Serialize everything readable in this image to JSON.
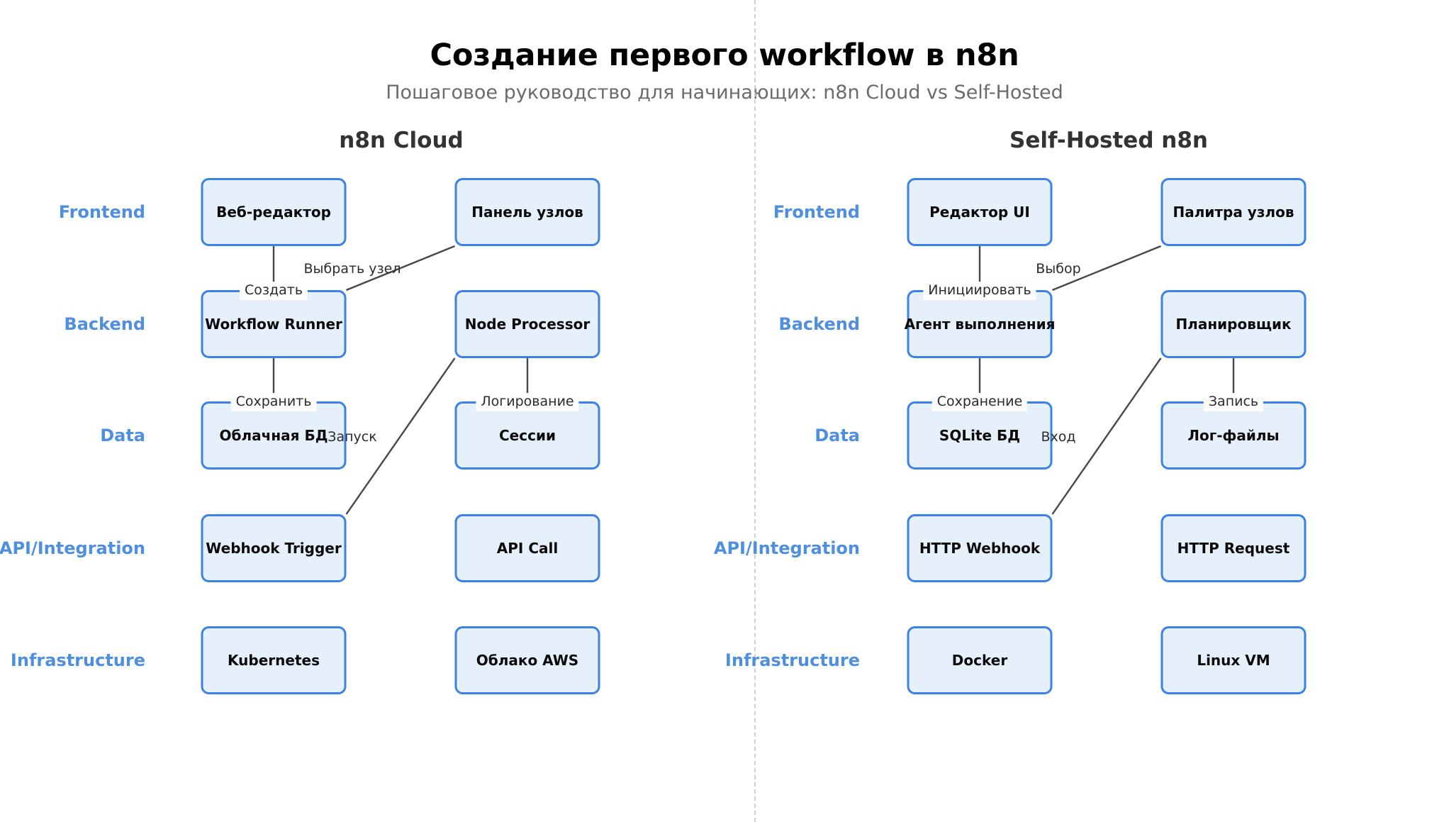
{
  "header": {
    "title": "Создание первого workflow в n8n",
    "subtitle": "Пошаговое руководство для начинающих: n8n Cloud vs Self-Hosted"
  },
  "colors": {
    "node_fill": "#e6f0fb",
    "node_border": "#3b82e8",
    "layer_label": "#4f8fe0",
    "edge": "#474747",
    "panel_header": "#333333",
    "subtitle": "#6b6b6b",
    "divider": "#d0d0d0"
  },
  "layers": [
    {
      "name": "Frontend",
      "label": "Frontend"
    },
    {
      "name": "Backend",
      "label": "Backend"
    },
    {
      "name": "Data",
      "label": "Data"
    },
    {
      "name": "API/Integration",
      "label": "API/Integration"
    },
    {
      "name": "Infrastructure",
      "label": "Infrastructure"
    }
  ],
  "panels": [
    {
      "id": "cloud",
      "title": "n8n Cloud",
      "nodes": [
        {
          "id": "web-editor",
          "label": "Веб-редактор",
          "layer": "Frontend",
          "column": 0
        },
        {
          "id": "node-panel",
          "label": "Панель узлов",
          "layer": "Frontend",
          "column": 1
        },
        {
          "id": "workflow-runner",
          "label": "Workflow Runner",
          "layer": "Backend",
          "column": 0
        },
        {
          "id": "node-processor",
          "label": "Node Processor",
          "layer": "Backend",
          "column": 1
        },
        {
          "id": "cloud-db",
          "label": "Облачная БД",
          "layer": "Data",
          "column": 0
        },
        {
          "id": "sessions",
          "label": "Сессии",
          "layer": "Data",
          "column": 1
        },
        {
          "id": "webhook-trigger",
          "label": "Webhook Trigger",
          "layer": "API/Integration",
          "column": 0
        },
        {
          "id": "api-call",
          "label": "API Call",
          "layer": "API/Integration",
          "column": 1
        },
        {
          "id": "kubernetes",
          "label": "Kubernetes",
          "layer": "Infrastructure",
          "column": 0
        },
        {
          "id": "aws-cloud",
          "label": "Облако AWS",
          "layer": "Infrastructure",
          "column": 1
        }
      ],
      "edges": [
        {
          "from": "web-editor",
          "to": "workflow-runner",
          "label": "Создать"
        },
        {
          "from": "node-panel",
          "to": "workflow-runner",
          "label": "Выбрать узел"
        },
        {
          "from": "workflow-runner",
          "to": "cloud-db",
          "label": "Сохранить"
        },
        {
          "from": "node-processor",
          "to": "sessions",
          "label": "Логирование"
        },
        {
          "from": "node-processor",
          "to": "webhook-trigger",
          "label": "Запуск"
        }
      ]
    },
    {
      "id": "selfhosted",
      "title": "Self-Hosted n8n",
      "nodes": [
        {
          "id": "editor-ui",
          "label": "Редактор UI",
          "layer": "Frontend",
          "column": 0
        },
        {
          "id": "node-palette",
          "label": "Палитра узлов",
          "layer": "Frontend",
          "column": 1
        },
        {
          "id": "exec-agent",
          "label": "Агент выполнения",
          "layer": "Backend",
          "column": 0
        },
        {
          "id": "scheduler",
          "label": "Планировщик",
          "layer": "Backend",
          "column": 1
        },
        {
          "id": "sqlite-db",
          "label": "SQLite БД",
          "layer": "Data",
          "column": 0
        },
        {
          "id": "log-files",
          "label": "Лог-файлы",
          "layer": "Data",
          "column": 1
        },
        {
          "id": "http-webhook",
          "label": "HTTP Webhook",
          "layer": "API/Integration",
          "column": 0
        },
        {
          "id": "http-request",
          "label": "HTTP Request",
          "layer": "API/Integration",
          "column": 1
        },
        {
          "id": "docker",
          "label": "Docker",
          "layer": "Infrastructure",
          "column": 0
        },
        {
          "id": "linux-vm",
          "label": "Linux VM",
          "layer": "Infrastructure",
          "column": 1
        }
      ],
      "edges": [
        {
          "from": "editor-ui",
          "to": "exec-agent",
          "label": "Инициировать"
        },
        {
          "from": "node-palette",
          "to": "exec-agent",
          "label": "Выбор"
        },
        {
          "from": "exec-agent",
          "to": "sqlite-db",
          "label": "Сохранение"
        },
        {
          "from": "scheduler",
          "to": "log-files",
          "label": "Запись"
        },
        {
          "from": "scheduler",
          "to": "http-webhook",
          "label": "Вход"
        }
      ]
    }
  ]
}
